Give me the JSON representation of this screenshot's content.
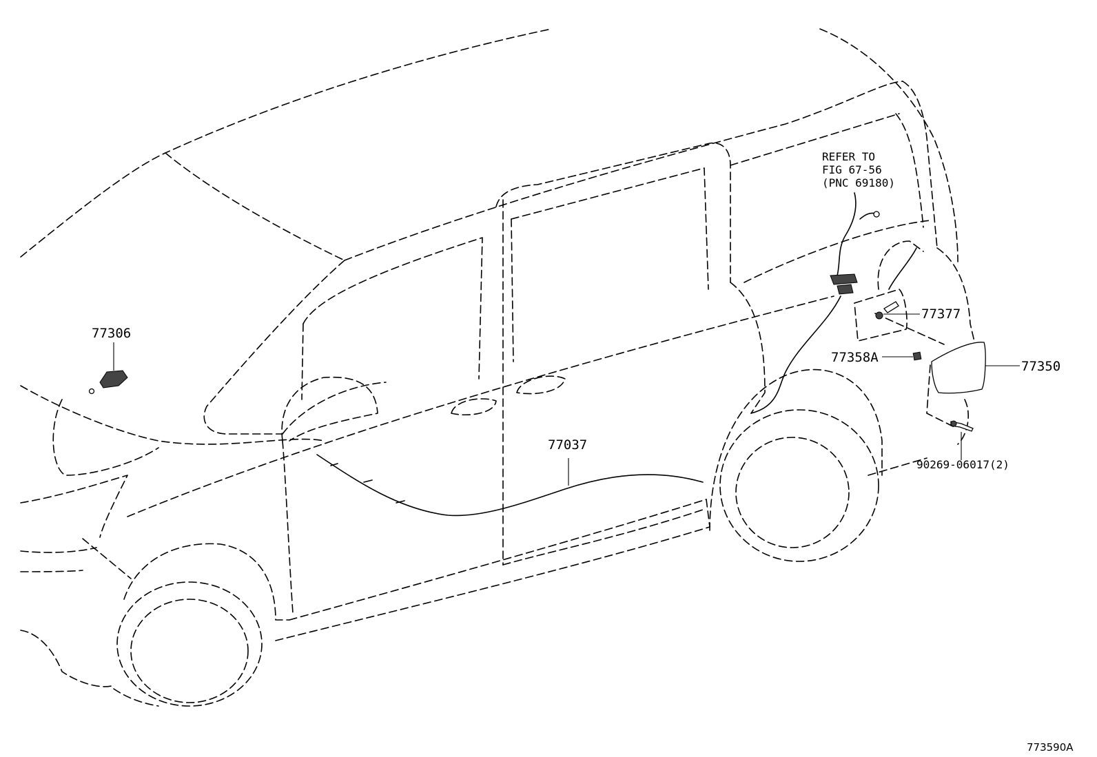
{
  "diagram": {
    "callouts": [
      {
        "id": "77306",
        "text": "77306"
      },
      {
        "id": "77037",
        "text": "77037"
      },
      {
        "id": "77377",
        "text": "77377"
      },
      {
        "id": "77358A",
        "text": "77358A"
      },
      {
        "id": "77350",
        "text": "77350"
      },
      {
        "id": "90269",
        "text": "90269-06017(2)"
      }
    ],
    "reference_note": {
      "line1": "REFER TO",
      "line2": "FIG 67-56",
      "line3": "(PNC 69180)"
    },
    "figure_code": "773590A"
  }
}
